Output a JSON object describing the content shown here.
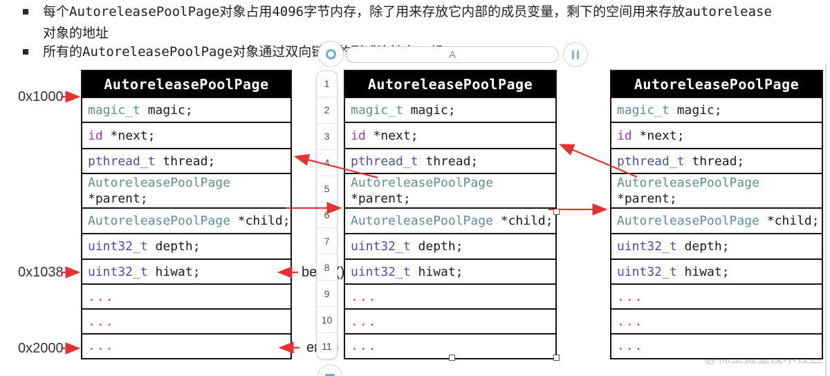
{
  "bullets": {
    "item1_line1": "每个AutoreleasePoolPage对象占用4096字节内存，除了用来存放它内部的成员变量，剩下的空间用来存放autorelease",
    "item1_line2": "对象的地址",
    "item2": "所有的AutoreleasePoolPage对象通过双向链表的形式连接在一起"
  },
  "memory_table": {
    "title": "AutoreleasePoolPage",
    "rows": [
      {
        "type": "magic_t",
        "rest": " magic;",
        "cls": "c-teal",
        "two_line": false
      },
      {
        "type": "id",
        "rest": " *next;",
        "cls": "c-magenta",
        "two_line": false
      },
      {
        "type": "pthread_t",
        "rest": " thread;",
        "cls": "c-indigo",
        "two_line": false
      },
      {
        "type": "AutoreleasePoolPage",
        "rest": "*parent;",
        "cls": "c-teal",
        "two_line": true
      },
      {
        "type": "AutoreleasePoolPage",
        "rest": " *child;",
        "cls": "c-teal",
        "two_line": false
      },
      {
        "type": "uint32_t",
        "rest": " depth;",
        "cls": "c-indigo",
        "two_line": false
      },
      {
        "type": "uint32_t",
        "rest": " hiwat;",
        "cls": "c-indigo",
        "two_line": false
      },
      {
        "type": "...",
        "rest": "",
        "cls": "c-red",
        "two_line": false
      },
      {
        "type": "...",
        "rest": "",
        "cls": "c-red",
        "two_line": false
      },
      {
        "type": "...",
        "rest": "",
        "cls": "c-red",
        "two_line": false
      }
    ]
  },
  "addresses": {
    "a1": "0x1000",
    "a2": "0x1038",
    "a3": "0x2000"
  },
  "pointer_labels": {
    "begin": "begin()",
    "end": "end()"
  },
  "row_numbers": [
    "1",
    "2",
    "3",
    "4",
    "5",
    "6",
    "7",
    "8",
    "9",
    "10",
    "11"
  ],
  "toolbar": {
    "text_input_value": "A"
  },
  "watermark": "@稀土掘金技术社区",
  "colors": {
    "arrow_red": "#e23232",
    "type_teal": "#5f8f8c",
    "keyword_magenta": "#a33ca3",
    "type_indigo": "#4c4fa3",
    "dots_red": "#cc3b3b",
    "icon_blue": "#6fa9d6",
    "header_bg": "#000000",
    "header_text": "#ffffff"
  }
}
